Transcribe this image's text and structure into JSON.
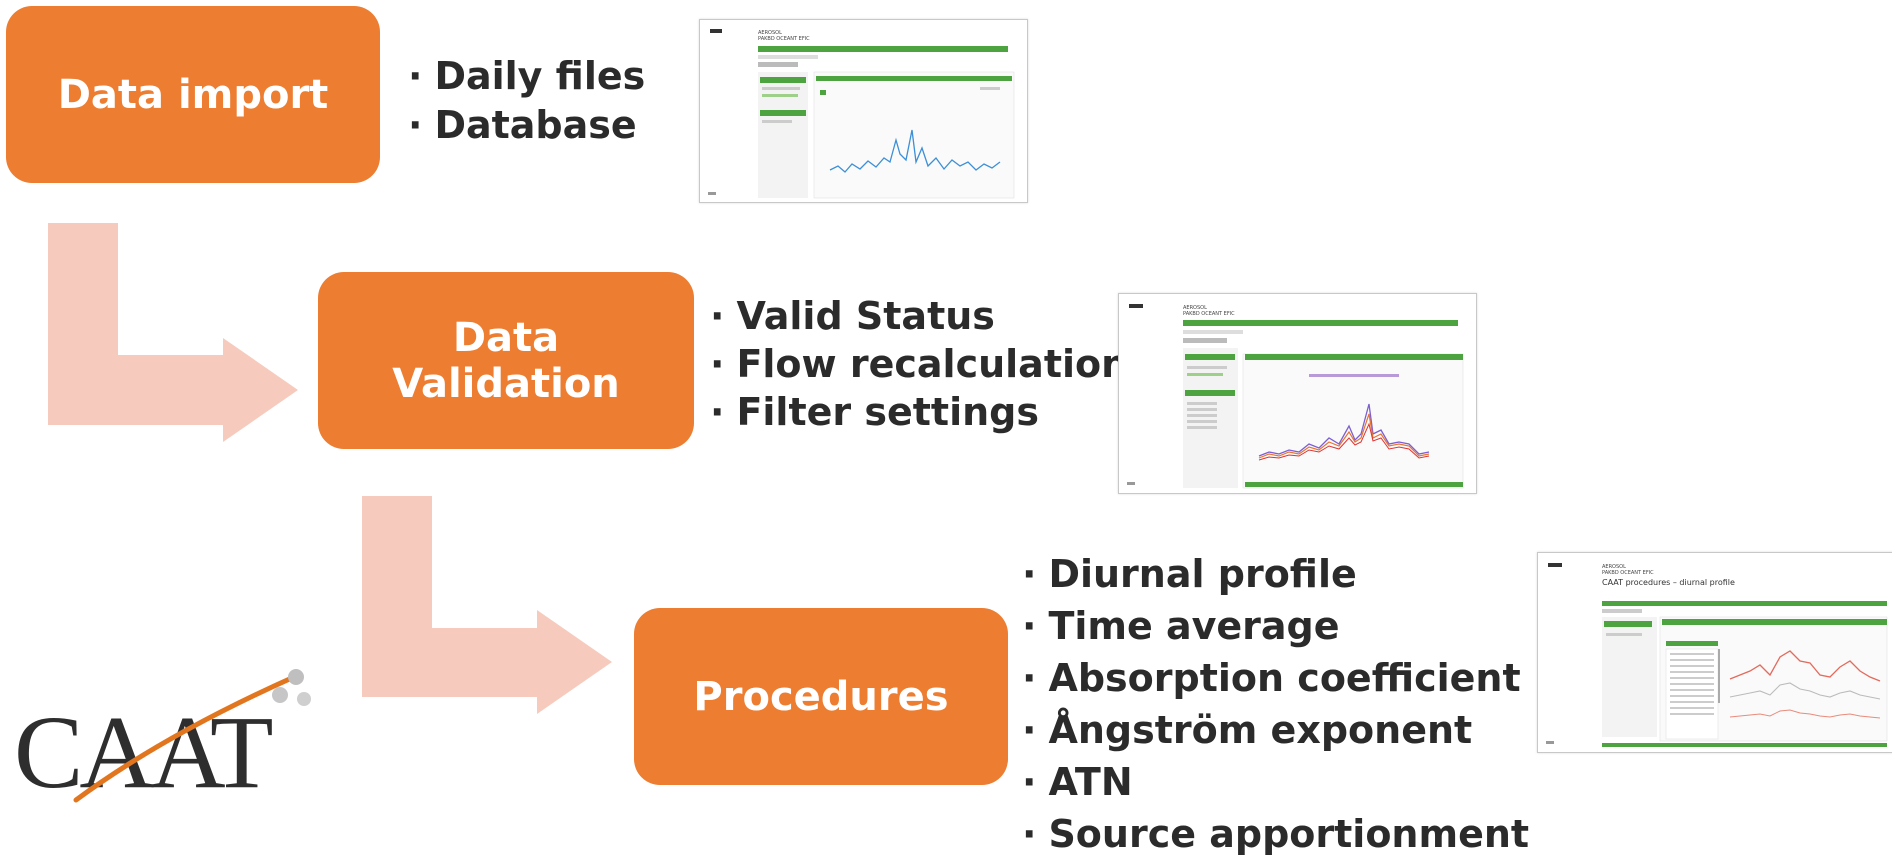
{
  "steps": [
    {
      "title": "Data import",
      "bullets": [
        "Daily files",
        "Database"
      ]
    },
    {
      "title": "Data Validation",
      "bullets": [
        "Valid Status",
        "Flow recalculation",
        "Filter settings"
      ]
    },
    {
      "title": "Procedures",
      "bullets": [
        "Diurnal profile",
        "Time average",
        "Absorption coefficient",
        "Ångström exponent",
        "ATN",
        "Source apportionment"
      ]
    }
  ],
  "screenshots": {
    "one": {
      "header": "AEROSOL\nPAKBD OCEANT EFIC"
    },
    "two": {
      "header": "AEROSOL\nPAKBD OCEANT EFIC"
    },
    "three": {
      "header": "AEROSOL\nPAKBD OCEANT EFIC",
      "subtitle": "CAAT procedures – diurnal profile"
    }
  },
  "logo": {
    "text": "CAAT"
  },
  "colors": {
    "box": "#ed7d31",
    "arrow": "#f6cbbd",
    "app_green": "#4ca33f",
    "text": "#2b2b2b"
  }
}
